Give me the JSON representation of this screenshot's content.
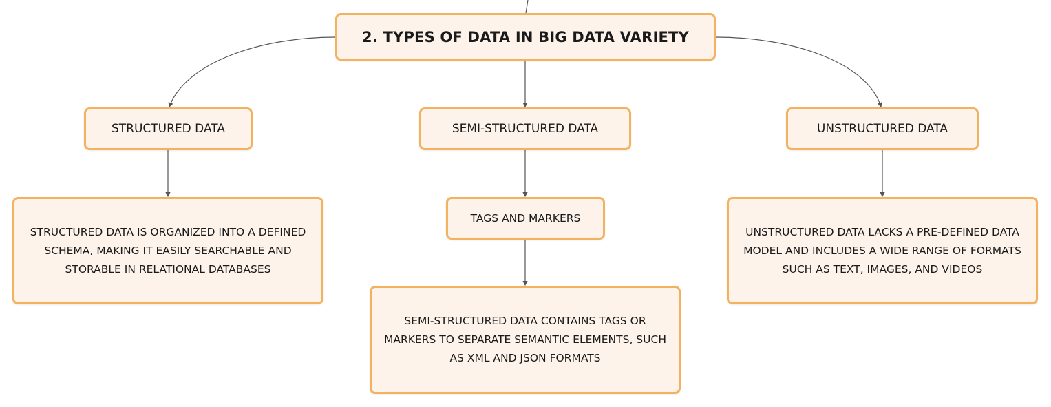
{
  "diagram": {
    "root": {
      "label": "2. TYPES OF DATA IN BIG DATA VARIETY"
    },
    "branches": [
      {
        "id": "structured",
        "label": "STRUCTURED DATA",
        "description": "STRUCTURED DATA IS ORGANIZED INTO A DEFINED SCHEMA, MAKING IT EASILY SEARCHABLE AND STORABLE IN RELATIONAL DATABASES"
      },
      {
        "id": "semi-structured",
        "label": "SEMI-STRUCTURED DATA",
        "sub_label": "TAGS AND MARKERS",
        "description": "SEMI-STRUCTURED DATA CONTAINS TAGS OR MARKERS TO SEPARATE SEMANTIC ELEMENTS, SUCH AS XML AND JSON FORMATS"
      },
      {
        "id": "unstructured",
        "label": "UNSTRUCTURED DATA",
        "description": "UNSTRUCTURED DATA LACKS A PRE-DEFINED DATA MODEL AND INCLUDES A WIDE RANGE OF FORMATS SUCH AS TEXT, IMAGES, AND VIDEOS"
      }
    ]
  },
  "colors": {
    "node_fill": "#fdf3ea",
    "node_border": "#f3b25f",
    "connector": "#555555",
    "text": "#1a1a1a"
  }
}
